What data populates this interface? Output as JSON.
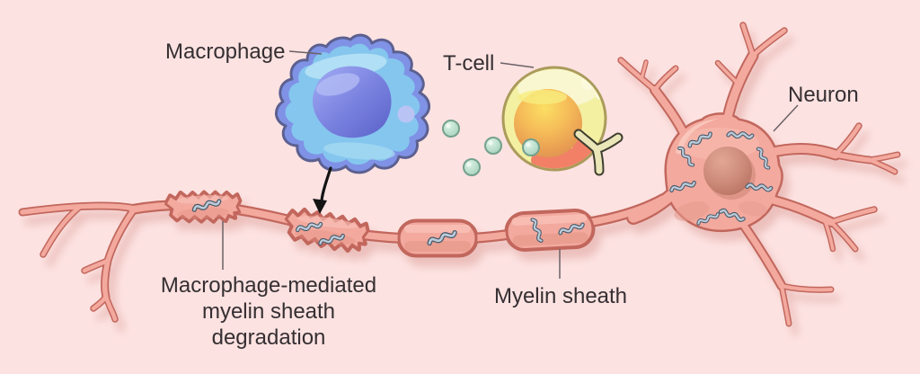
{
  "background_color": "#fce2e1",
  "labels": {
    "macrophage": "Macrophage",
    "t_cell": "T-cell",
    "neuron": "Neuron",
    "myelin_sheath": "Myelin sheath",
    "degradation": "Macrophage-mediated myelin sheath degradation"
  },
  "colors": {
    "background": "#fce2e1",
    "neuron_fill": "#f3a99e",
    "neuron_outline": "#c2675d",
    "neuron_nucleus": "#c4806f",
    "nissl_squiggle_fill": "#bccbd8",
    "nissl_squiggle_outline": "#46586a",
    "macrophage_rim": "#7f92e6",
    "macrophage_body": "#85c6ee",
    "macrophage_highlight": "#b9e3f6",
    "macrophage_nucleus": "#6a72d8",
    "macrophage_outline": "#5c6090",
    "t_cell_body": "#f3f0a2",
    "t_cell_outline": "#ab9b5c",
    "t_cell_nucleus": "#f0ab56",
    "t_cell_granule": "#f28066",
    "receptor_fill": "#eae6b8",
    "receptor_outline": "#3e3e30",
    "cytokine_fill": "#aed6c2",
    "cytokine_outline": "#74a18d",
    "arrow": "#141414",
    "label_text": "#352f32",
    "pointer_line": "#6b6266"
  },
  "icons": {
    "arrow": "macrophage-attack-arrow",
    "receptor": "t-cell-receptor-y-shape",
    "cytokines": "cytokine-particles"
  }
}
